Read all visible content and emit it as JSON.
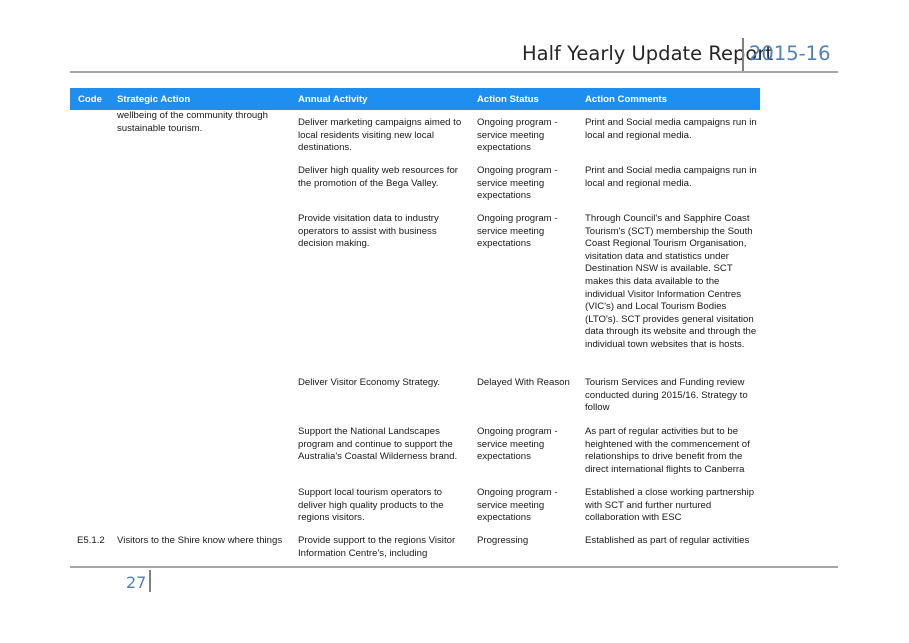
{
  "header": {
    "title": "Half Yearly Update Report",
    "year": "2015-16"
  },
  "table": {
    "headers": {
      "code": "Code",
      "strategic_action": "Strategic Action",
      "annual_activity": "Annual Activity",
      "action_status": "Action Status",
      "action_comments": "Action Comments"
    },
    "rows": [
      {
        "code": "",
        "strategic_action": "wellbeing of the community through sustainable tourism.",
        "annual_activity": "Deliver marketing campaigns aimed to local residents visiting new local destinations.",
        "action_status": "Ongoing program - service meeting expectations",
        "action_comments": "Print and Social media campaigns run in local and regional media."
      },
      {
        "code": "",
        "strategic_action": "",
        "annual_activity": "Deliver high quality web resources for the promotion of the Bega Valley.",
        "action_status": "Ongoing program - service meeting expectations",
        "action_comments": "Print and Social media campaigns run in local and regional media."
      },
      {
        "code": "",
        "strategic_action": "",
        "annual_activity": "Provide visitation data to industry operators to assist with business decision making.",
        "action_status": "Ongoing program - service meeting expectations",
        "action_comments": "Through Council's and Sapphire Coast Tourism's (SCT) membership the South Coast Regional Tourism Organisation,  visitation data and statistics under Destination NSW is available. SCT makes this data available to the individual Visitor Information Centres (VIC's) and Local Tourism Bodies (LTO's). SCT provides general visitation data through its website and through the individual town websites that is hosts."
      },
      {
        "code": "",
        "strategic_action": "",
        "annual_activity": "Deliver Visitor Economy Strategy.",
        "action_status": "Delayed With Reason",
        "action_comments": "Tourism Services and Funding review conducted during 2015/16. Strategy to follow"
      },
      {
        "code": "",
        "strategic_action": "",
        "annual_activity": "Support the National Landscapes program and continue to support the Australia's Coastal Wilderness brand.",
        "action_status": "Ongoing program - service meeting expectations",
        "action_comments": "As part of regular activities but to be heightened with the commencement of relationships to drive benefit from the direct international flights to Canberra"
      },
      {
        "code": "",
        "strategic_action": "",
        "annual_activity": "Support local tourism operators to deliver high quality products to the regions visitors.",
        "action_status": "Ongoing program - service meeting expectations",
        "action_comments": "Established a close working partnership with SCT and further nurtured collaboration with ESC"
      },
      {
        "code": "E5.1.2",
        "strategic_action": "Visitors to the Shire know where things",
        "annual_activity": "Provide support to the regions Visitor Information Centre's, including",
        "action_status": "Progressing",
        "action_comments": "Established as part of regular activities"
      }
    ]
  },
  "footer": {
    "page_number": "27"
  }
}
